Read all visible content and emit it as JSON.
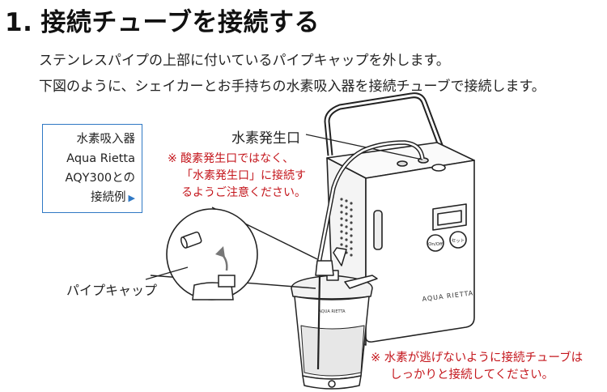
{
  "heading": {
    "number": "1.",
    "title": "接続チューブを接続する"
  },
  "instructions": [
    "ステンレスパイプの上部に付いているパイプキャップを外します。",
    "下図のように、シェイカーとお手持ちの水素吸入器を接続チューブで接続します。"
  ],
  "example_box": {
    "lines": [
      "水素吸入器",
      "Aqua Rietta",
      "AQY300との",
      "接続例"
    ],
    "arrow": "▶"
  },
  "labels": {
    "hydrogen_port": "水素発生口",
    "pipe_cap": "パイプキャップ"
  },
  "warning_port": {
    "line1": "※ 酸素発生口ではなく、",
    "line2": "「水素発生口」に接続す",
    "line3": "るようご注意ください。"
  },
  "warning_tube": {
    "line1": "※ 水素が逃げないように接続チューブは",
    "line2": "しっかりと接続してください。"
  },
  "device": {
    "brand": "AQUA RIETTA",
    "button_power": "On/Off",
    "button_set": "セット"
  },
  "shaker_brand": "AQUA RIETTA",
  "colors": {
    "warning": "#c4161c",
    "accent": "#2f78c4"
  }
}
